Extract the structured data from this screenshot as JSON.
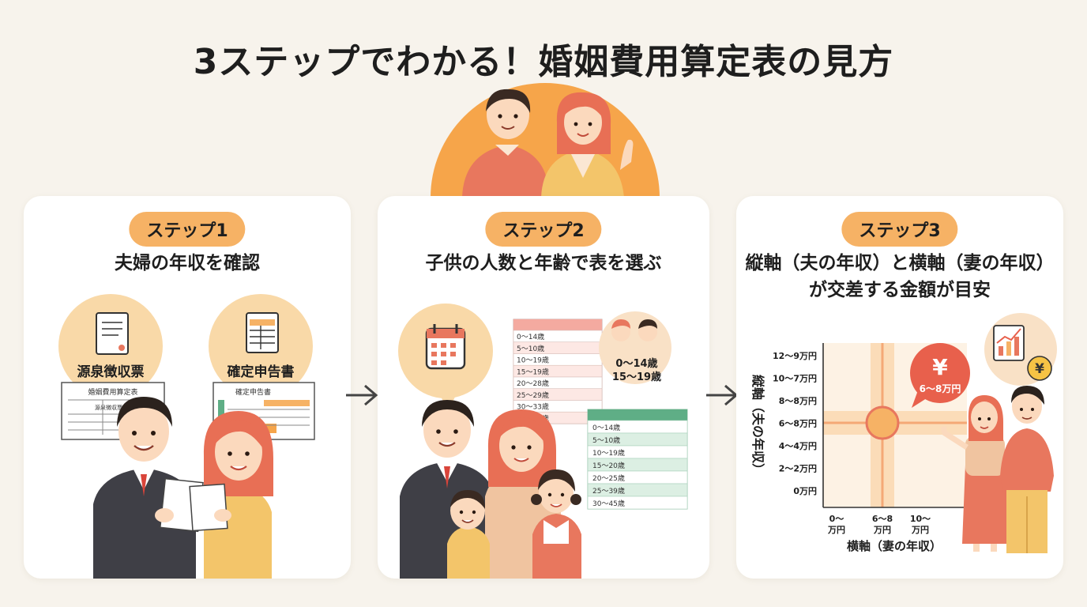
{
  "title": "3ステップでわかる！婚姻費用算定表の見方",
  "steps": [
    {
      "badge": "ステップ1",
      "heading": "夫婦の年収を確認",
      "doc1_label": "源泉徴収票",
      "doc2_label": "確定申告書",
      "form1_title": "婚姻費用算定表",
      "form1_row": "源泉徴収票",
      "form2_title": "確定申告書"
    },
    {
      "badge": "ステップ2",
      "heading": "子供の人数と年齢で表を選ぶ",
      "bubble_line1": "0〜14歳",
      "bubble_line2": "15〜19歳",
      "table1_rows": [
        "0〜14歳",
        "5〜10歳",
        "10〜19歳",
        "15〜19歳",
        "20〜28歳",
        "25〜29歳",
        "30〜33歳",
        "35〜98歳"
      ],
      "table2_rows": [
        "0〜14歳",
        "5〜10歳",
        "10〜19歳",
        "15〜20歳",
        "20〜25歳",
        "25〜39歳",
        "30〜45歳"
      ]
    },
    {
      "badge": "ステップ3",
      "heading_line1": "縦軸（夫の年収）と横軸（妻の年収）",
      "heading_line2": "が交差する金額が目安",
      "y_axis_label": "縦軸（夫の年収）",
      "x_axis_label": "横軸（妻の年収）",
      "y_ticks": [
        "12〜9万円",
        "10〜7万円",
        "8〜8万円",
        "6〜8万円",
        "4〜4万円",
        "2〜2万円",
        "0万円"
      ],
      "x_ticks": [
        {
          "top": "0〜",
          "bottom": "万円"
        },
        {
          "top": "6〜8",
          "bottom": "万円"
        },
        {
          "top": "10〜",
          "bottom": "万円"
        }
      ],
      "bubble_symbol": "¥",
      "bubble_amount": "6〜8万円",
      "coin_symbol": "¥"
    }
  ],
  "colors": {
    "background": "#f7f3ec",
    "accent": "#f6b265",
    "salmon": "#e8775e",
    "green": "#5fae86"
  }
}
